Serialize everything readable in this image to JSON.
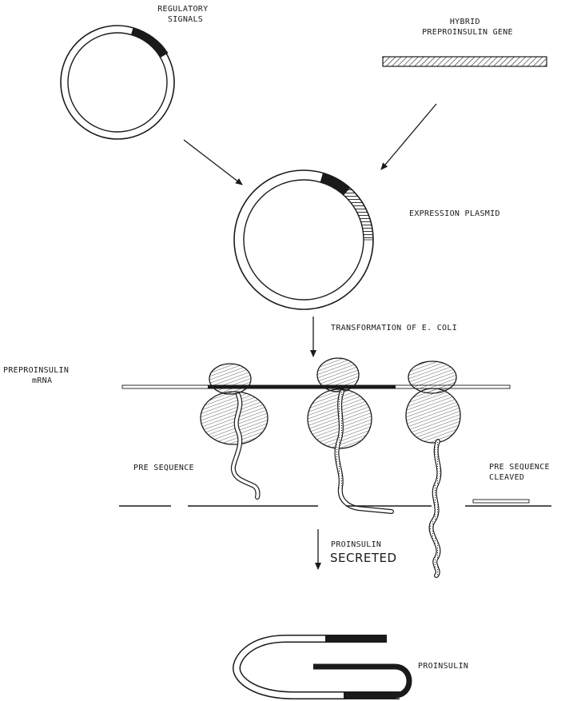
{
  "labels": {
    "regulatory_signals_line1": "REGULATORY",
    "regulatory_signals_line2": "SIGNALS",
    "hybrid_gene_line1": "HYBRID",
    "hybrid_gene_line2": "PREPROINSULIN GENE",
    "expression_plasmid": "EXPRESSION PLASMID",
    "transformation": "TRANSFORMATION OF E. COLI",
    "mrna_line1": "PREPROINSULIN",
    "mrna_line2": "mRNA",
    "pre_sequence": "PRE SEQUENCE",
    "pre_sequence_cleaved_line1": "PRE SEQUENCE",
    "pre_sequence_cleaved_line2": "CLEAVED",
    "proinsulin_secreted_line1": "PROINSULIN",
    "proinsulin_secreted_line2": "SECRETED",
    "proinsulin": "PROINSULIN"
  },
  "colors": {
    "ink": "#1a1a1a",
    "background": "#ffffff"
  }
}
